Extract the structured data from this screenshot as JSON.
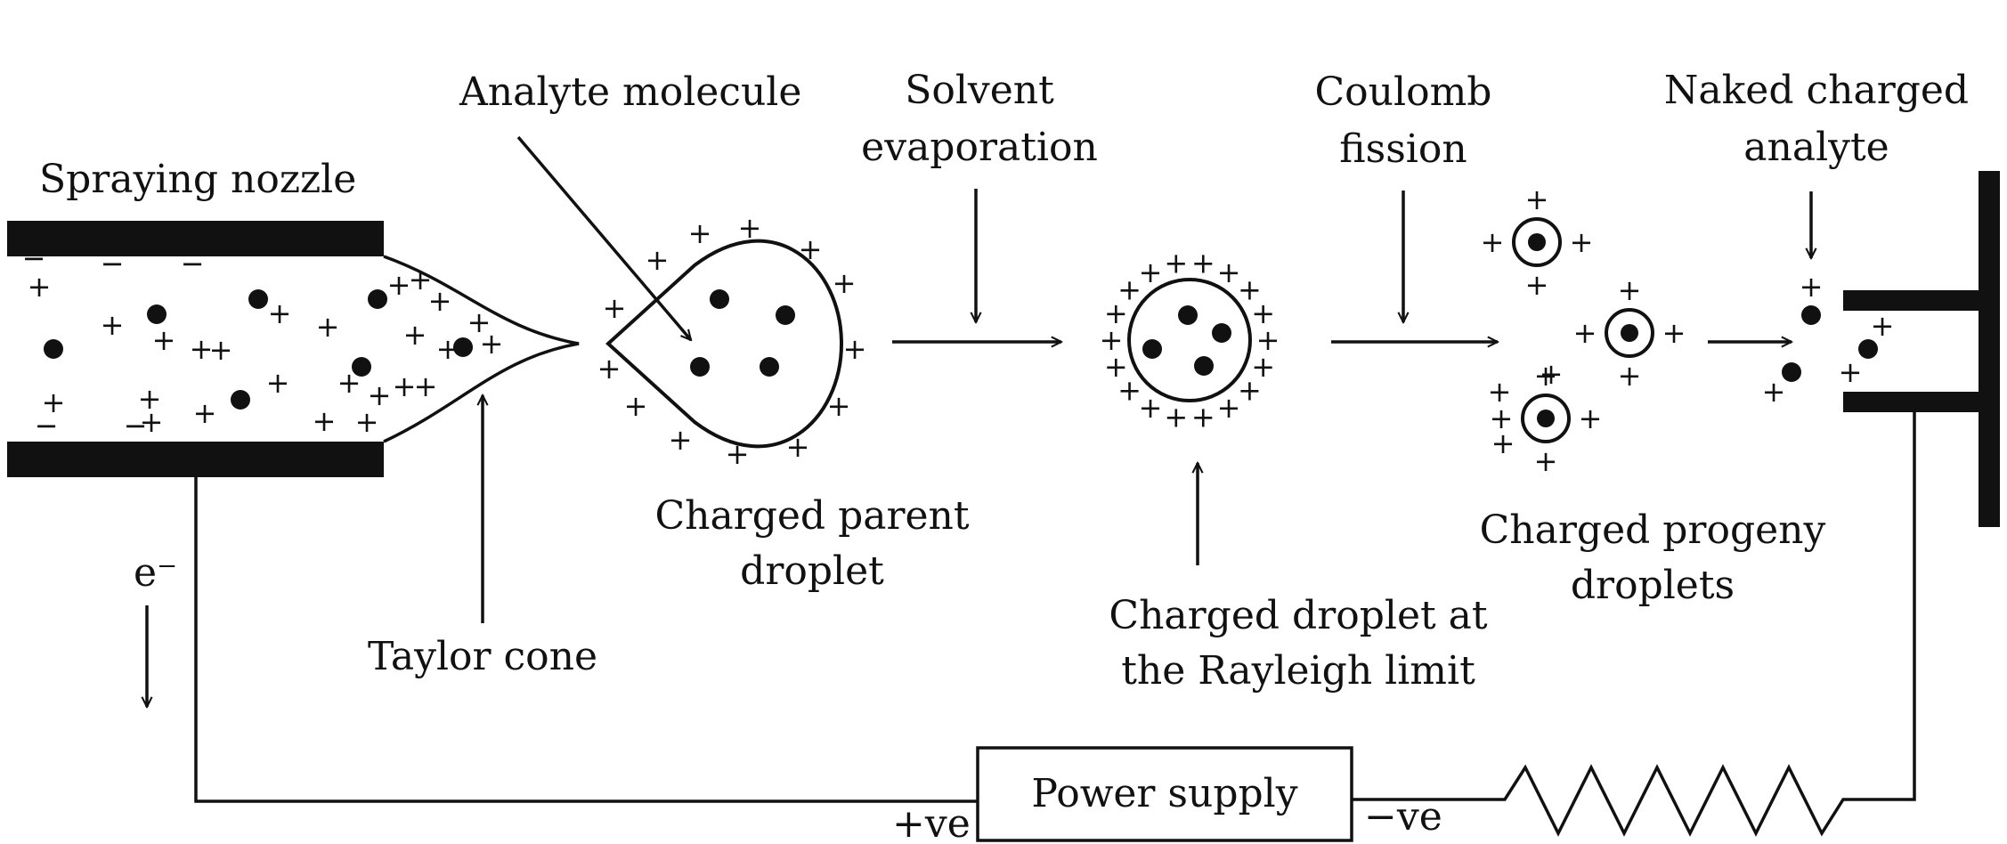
{
  "labels": {
    "spraying_nozzle": "Spraying nozzle",
    "analyte_molecule": "Analyte molecule",
    "solvent_evaporation_1": "Solvent",
    "solvent_evaporation_2": "evaporation",
    "coulomb_fission_1": "Coulomb",
    "coulomb_fission_2": "fission",
    "naked_analyte_1": "Naked charged",
    "naked_analyte_2": "analyte",
    "taylor_cone": "Taylor cone",
    "parent_droplet_1": "Charged parent",
    "parent_droplet_2": "droplet",
    "rayleigh_droplet_1": "Charged droplet at",
    "rayleigh_droplet_2": "the Rayleigh limit",
    "progeny_droplets_1": "Charged progeny",
    "progeny_droplets_2": "droplets",
    "electron": "e⁻",
    "power_supply": "Power supply",
    "positive_terminal": "+ve",
    "negative_terminal": "−ve"
  },
  "symbols": {
    "plus": "+",
    "minus": "−"
  },
  "colors": {
    "ink": "#111111",
    "background": "#ffffff"
  }
}
